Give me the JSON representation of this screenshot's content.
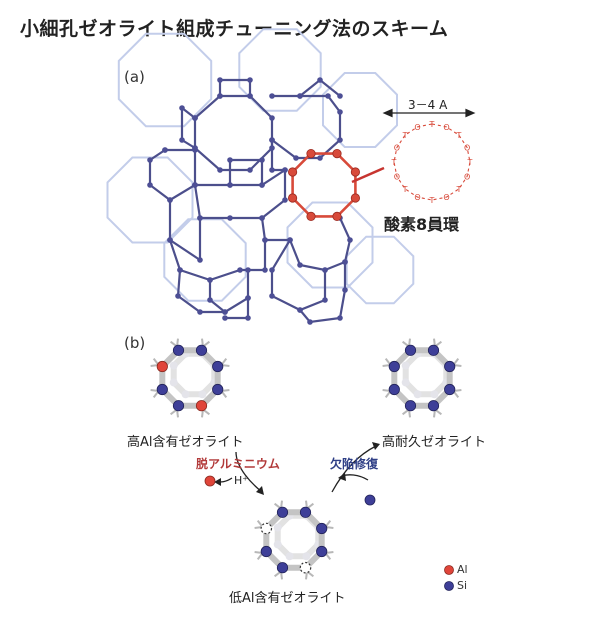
{
  "title": "小細孔ゼオライト組成チューニング法のスキーム",
  "panel_a": {
    "label": "(a)",
    "ring_size": "3－4 A",
    "ring_name": "酸素8員環",
    "ring_atoms": {
      "T": "T",
      "O": "O"
    }
  },
  "panel_b": {
    "label": "(b)",
    "high_al": "高Al含有ゼオライト",
    "high_stability": "高耐久ゼオライト",
    "low_al": "低Al含有ゼオライト",
    "dealumination": "脱アルミニウム",
    "defect_repair": "欠陥修復",
    "h_plus": "H⁺"
  },
  "legend": {
    "al": "Al",
    "si": "Si"
  },
  "colors": {
    "framework": "#4c4f8c",
    "framework_shadow": "#b9c4e4",
    "ring_red": "#d84a3a",
    "si_atom": "#3e3f98",
    "al_atom": "#e0453a",
    "gray_bond": "#c4c4c4"
  }
}
